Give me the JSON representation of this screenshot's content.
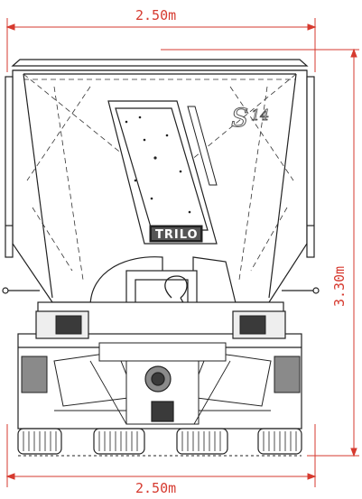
{
  "dimensions": {
    "top_width": "2.50m",
    "bottom_width": "2.50m",
    "height": "3.30m"
  },
  "branding": {
    "logo_text": "TRILO",
    "model": "S",
    "model_number": "14"
  },
  "colors": {
    "dimension_line": "#d63a2f",
    "outline": "#222222",
    "dark_fill": "#3a3a3a",
    "mid_fill": "#8a8a8a"
  }
}
